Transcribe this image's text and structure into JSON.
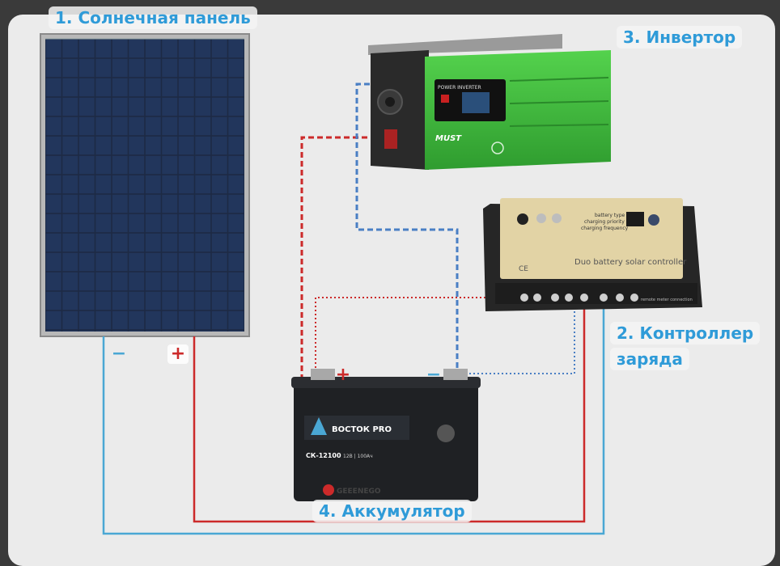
{
  "labels": {
    "solar_panel": "1. Солнечная панель",
    "controller_line1": "2. Контроллер",
    "controller_line2": "заряда",
    "inverter": "3. Инвертор",
    "battery": "4. Аккумулятор"
  },
  "panel_signs": {
    "minus": "−",
    "plus": "+"
  },
  "battery_signs": {
    "plus": "+",
    "minus": "−"
  },
  "inverter_text": {
    "display_title": "POWER INVERTER",
    "brand": "MUST"
  },
  "controller_text": {
    "line1": "battery type",
    "line2": "charging priority",
    "line3": "charging frequency",
    "caption": "Duo battery solar controller",
    "ce": "CE",
    "remote": "remote meter connection"
  },
  "battery_text": {
    "brand": "ВОСТОК PRO",
    "model": "СК-12100",
    "spec": "12В | 100Ач",
    "maker": "GEEENEGO"
  },
  "colors": {
    "accent": "#2f9bd8",
    "positive_wire": "#cc2a2a",
    "negative_wire": "#4aa7d4",
    "inverter_green": "#3fbf3f",
    "controller_dark": "#262626",
    "controller_face": "#e2d3a5",
    "battery_body": "#1f2124"
  },
  "icons": [
    "solar-panel-icon",
    "inverter-icon",
    "charge-controller-icon",
    "battery-icon"
  ]
}
